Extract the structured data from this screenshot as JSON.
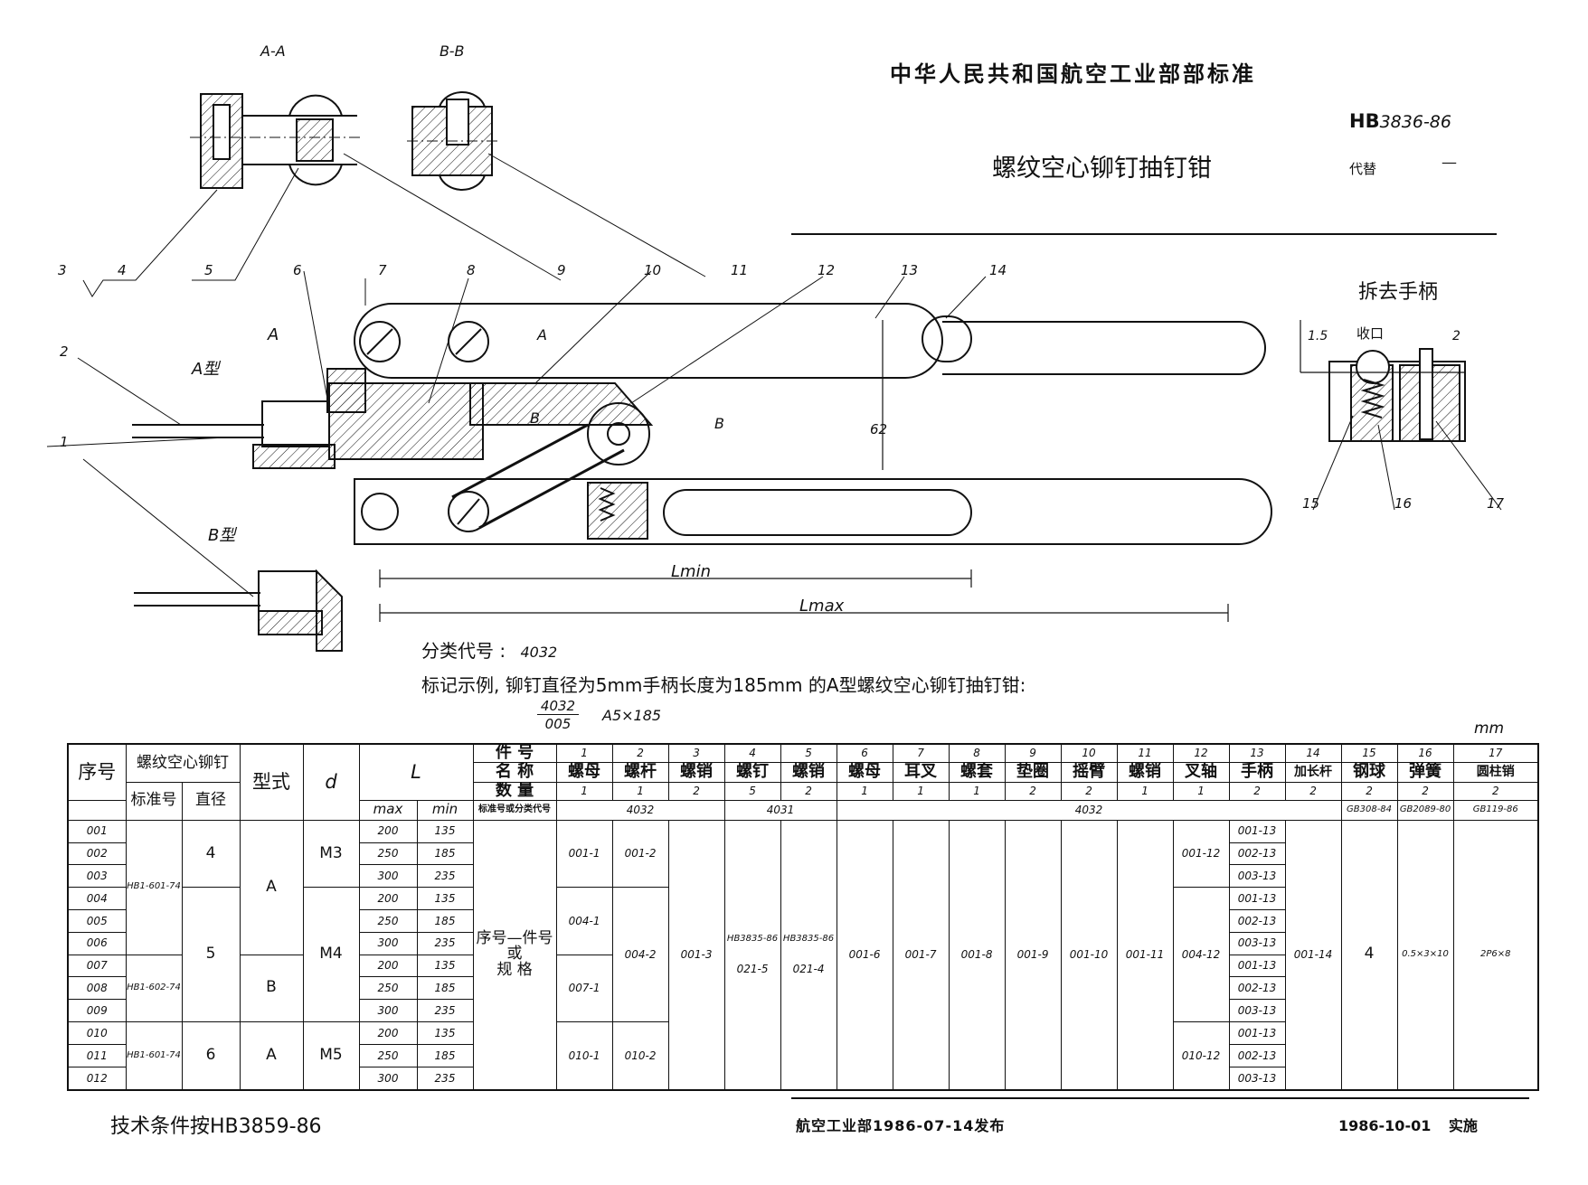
{
  "header": {
    "agency": "中华人民共和国航空工业部部标准",
    "std_prefix": "HB",
    "std_no": "3836-86",
    "title": "螺纹空心铆钉抽钉钳",
    "replace_label": "代替",
    "replace_value": "—"
  },
  "drawing": {
    "views": {
      "aa": "A-A",
      "bb": "B-B",
      "remove_handle": "拆去手柄",
      "a_type": "A型",
      "b_type": "B型",
      "sec_a": "A",
      "sec_b": "B",
      "lmin": "Lmin",
      "lmax": "Lmax",
      "dim62": "62",
      "dim15": "1.5",
      "dim2": "2",
      "shoukou": "收口"
    },
    "callouts": [
      "1",
      "2",
      "3",
      "4",
      "5",
      "6",
      "7",
      "8",
      "9",
      "10",
      "11",
      "12",
      "13",
      "14",
      "15",
      "16",
      "17"
    ]
  },
  "notes": {
    "class_code_label": "分类代号 :",
    "class_code": "4032",
    "mark_example": "标记示例, 铆钉直径为5mm手柄长度为185mm 的A型螺纹空心铆钉抽钉钳:",
    "frac_num": "4032",
    "frac_den": "005",
    "mark_code": "A5×185",
    "unit": "mm"
  },
  "table": {
    "h_seq": "序号",
    "h_rivet": "螺纹空心铆钉",
    "h_std": "标准号",
    "h_dia": "直径",
    "h_type": "型式",
    "h_d": "d",
    "h_L": "L",
    "h_max": "max",
    "h_min": "min",
    "row_labels": {
      "part": "件 号",
      "name": "名 称",
      "qty": "数 量",
      "std": "标准号或分类代号"
    },
    "part_numbers": [
      "1",
      "2",
      "3",
      "4",
      "5",
      "6",
      "7",
      "8",
      "9",
      "10",
      "11",
      "12",
      "13",
      "14",
      "15",
      "16",
      "17"
    ],
    "part_names": [
      "螺母",
      "螺杆",
      "螺销",
      "螺钉",
      "螺销",
      "螺母",
      "耳叉",
      "螺套",
      "垫圈",
      "摇臂",
      "螺销",
      "叉轴",
      "手柄",
      "加长杆",
      "钢球",
      "弹簧",
      "圆柱销"
    ],
    "quantities": [
      "1",
      "1",
      "2",
      "5",
      "2",
      "1",
      "1",
      "1",
      "2",
      "2",
      "1",
      "1",
      "2",
      "2",
      "2",
      "2",
      "2"
    ],
    "std_codes": {
      "g1": "4032",
      "g2": "4031",
      "g3": "4032",
      "p15": "GB308-84",
      "p16": "GB2089-80",
      "p17": "GB119-86"
    },
    "seq": [
      "001",
      "002",
      "003",
      "004",
      "005",
      "006",
      "007",
      "008",
      "009",
      "010",
      "011",
      "012"
    ],
    "rivet_std": [
      "HB1-601-74",
      "HB1-602-74",
      "HB1-601-74"
    ],
    "dia": [
      "4",
      "5",
      "6"
    ],
    "types": [
      "A",
      "B",
      "A"
    ],
    "d": [
      "M3",
      "M4",
      "M5"
    ],
    "L_max": [
      "200",
      "250",
      "300",
      "200",
      "250",
      "300",
      "200",
      "250",
      "300",
      "200",
      "250",
      "300"
    ],
    "L_min": [
      "135",
      "185",
      "235",
      "135",
      "185",
      "235",
      "135",
      "185",
      "235",
      "135",
      "185",
      "235"
    ],
    "body_label_1": "序号—件号",
    "body_label_2": "或",
    "body_label_3": "规 格",
    "p1": [
      "001-1",
      "004-1",
      "007-1",
      "010-1"
    ],
    "p2": [
      "001-2",
      "004-2",
      "010-2"
    ],
    "p3": "001-3",
    "p4_std": "HB3835-86",
    "p4": "021-5",
    "p5_std": "HB3835-86",
    "p5": "021-4",
    "p6": "001-6",
    "p7": "001-7",
    "p8": "001-8",
    "p9": "001-9",
    "p10": "001-10",
    "p11": "001-11",
    "p12": [
      "001-12",
      "004-12",
      "010-12"
    ],
    "p13": [
      "001-13",
      "002-13",
      "003-13",
      "001-13",
      "002-13",
      "003-13",
      "001-13",
      "002-13",
      "003-13",
      "001-13",
      "002-13",
      "003-13"
    ],
    "p14": "001-14",
    "p15": "4",
    "p16": "0.5×3×10",
    "p17": "2P6×8"
  },
  "footer": {
    "tech": "技术条件按HB3859-86",
    "issue": "航空工业部1986-07-14发布",
    "impl_date": "1986-10-01",
    "impl_label": "实施"
  }
}
